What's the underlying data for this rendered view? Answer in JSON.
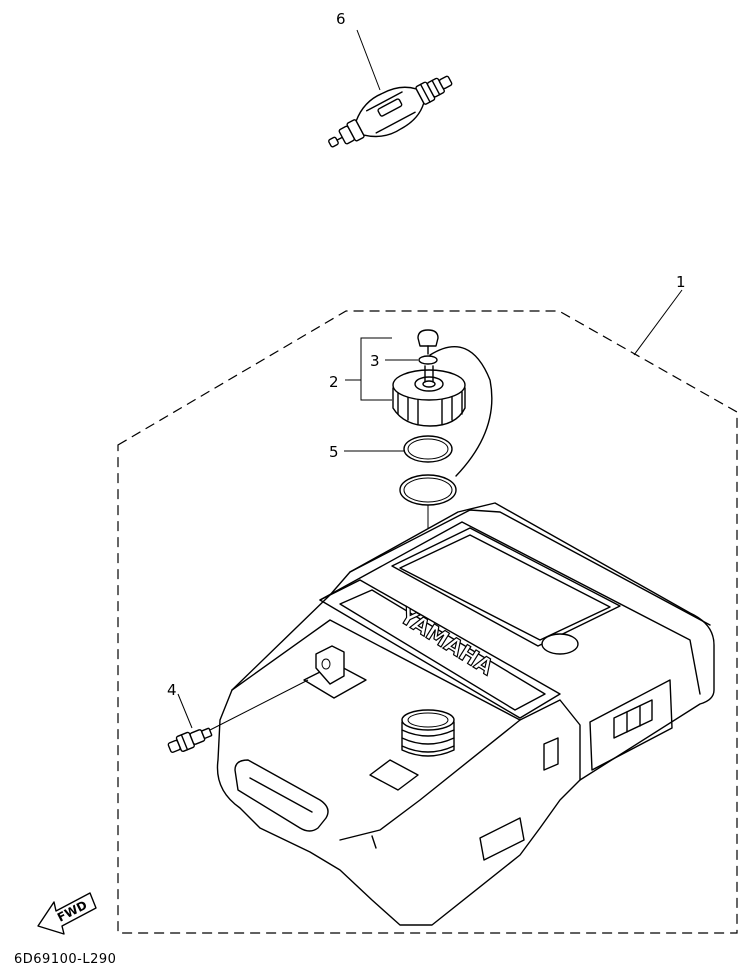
{
  "callouts": {
    "fuel_tank": "1",
    "cap": "2",
    "vent_screw": "3",
    "joint": "4",
    "gasket": "5",
    "primer_pump": "6"
  },
  "tank_brand": "YAMAHA",
  "fwd_marker": "FWD",
  "diagram_code": "6D69100-L290"
}
